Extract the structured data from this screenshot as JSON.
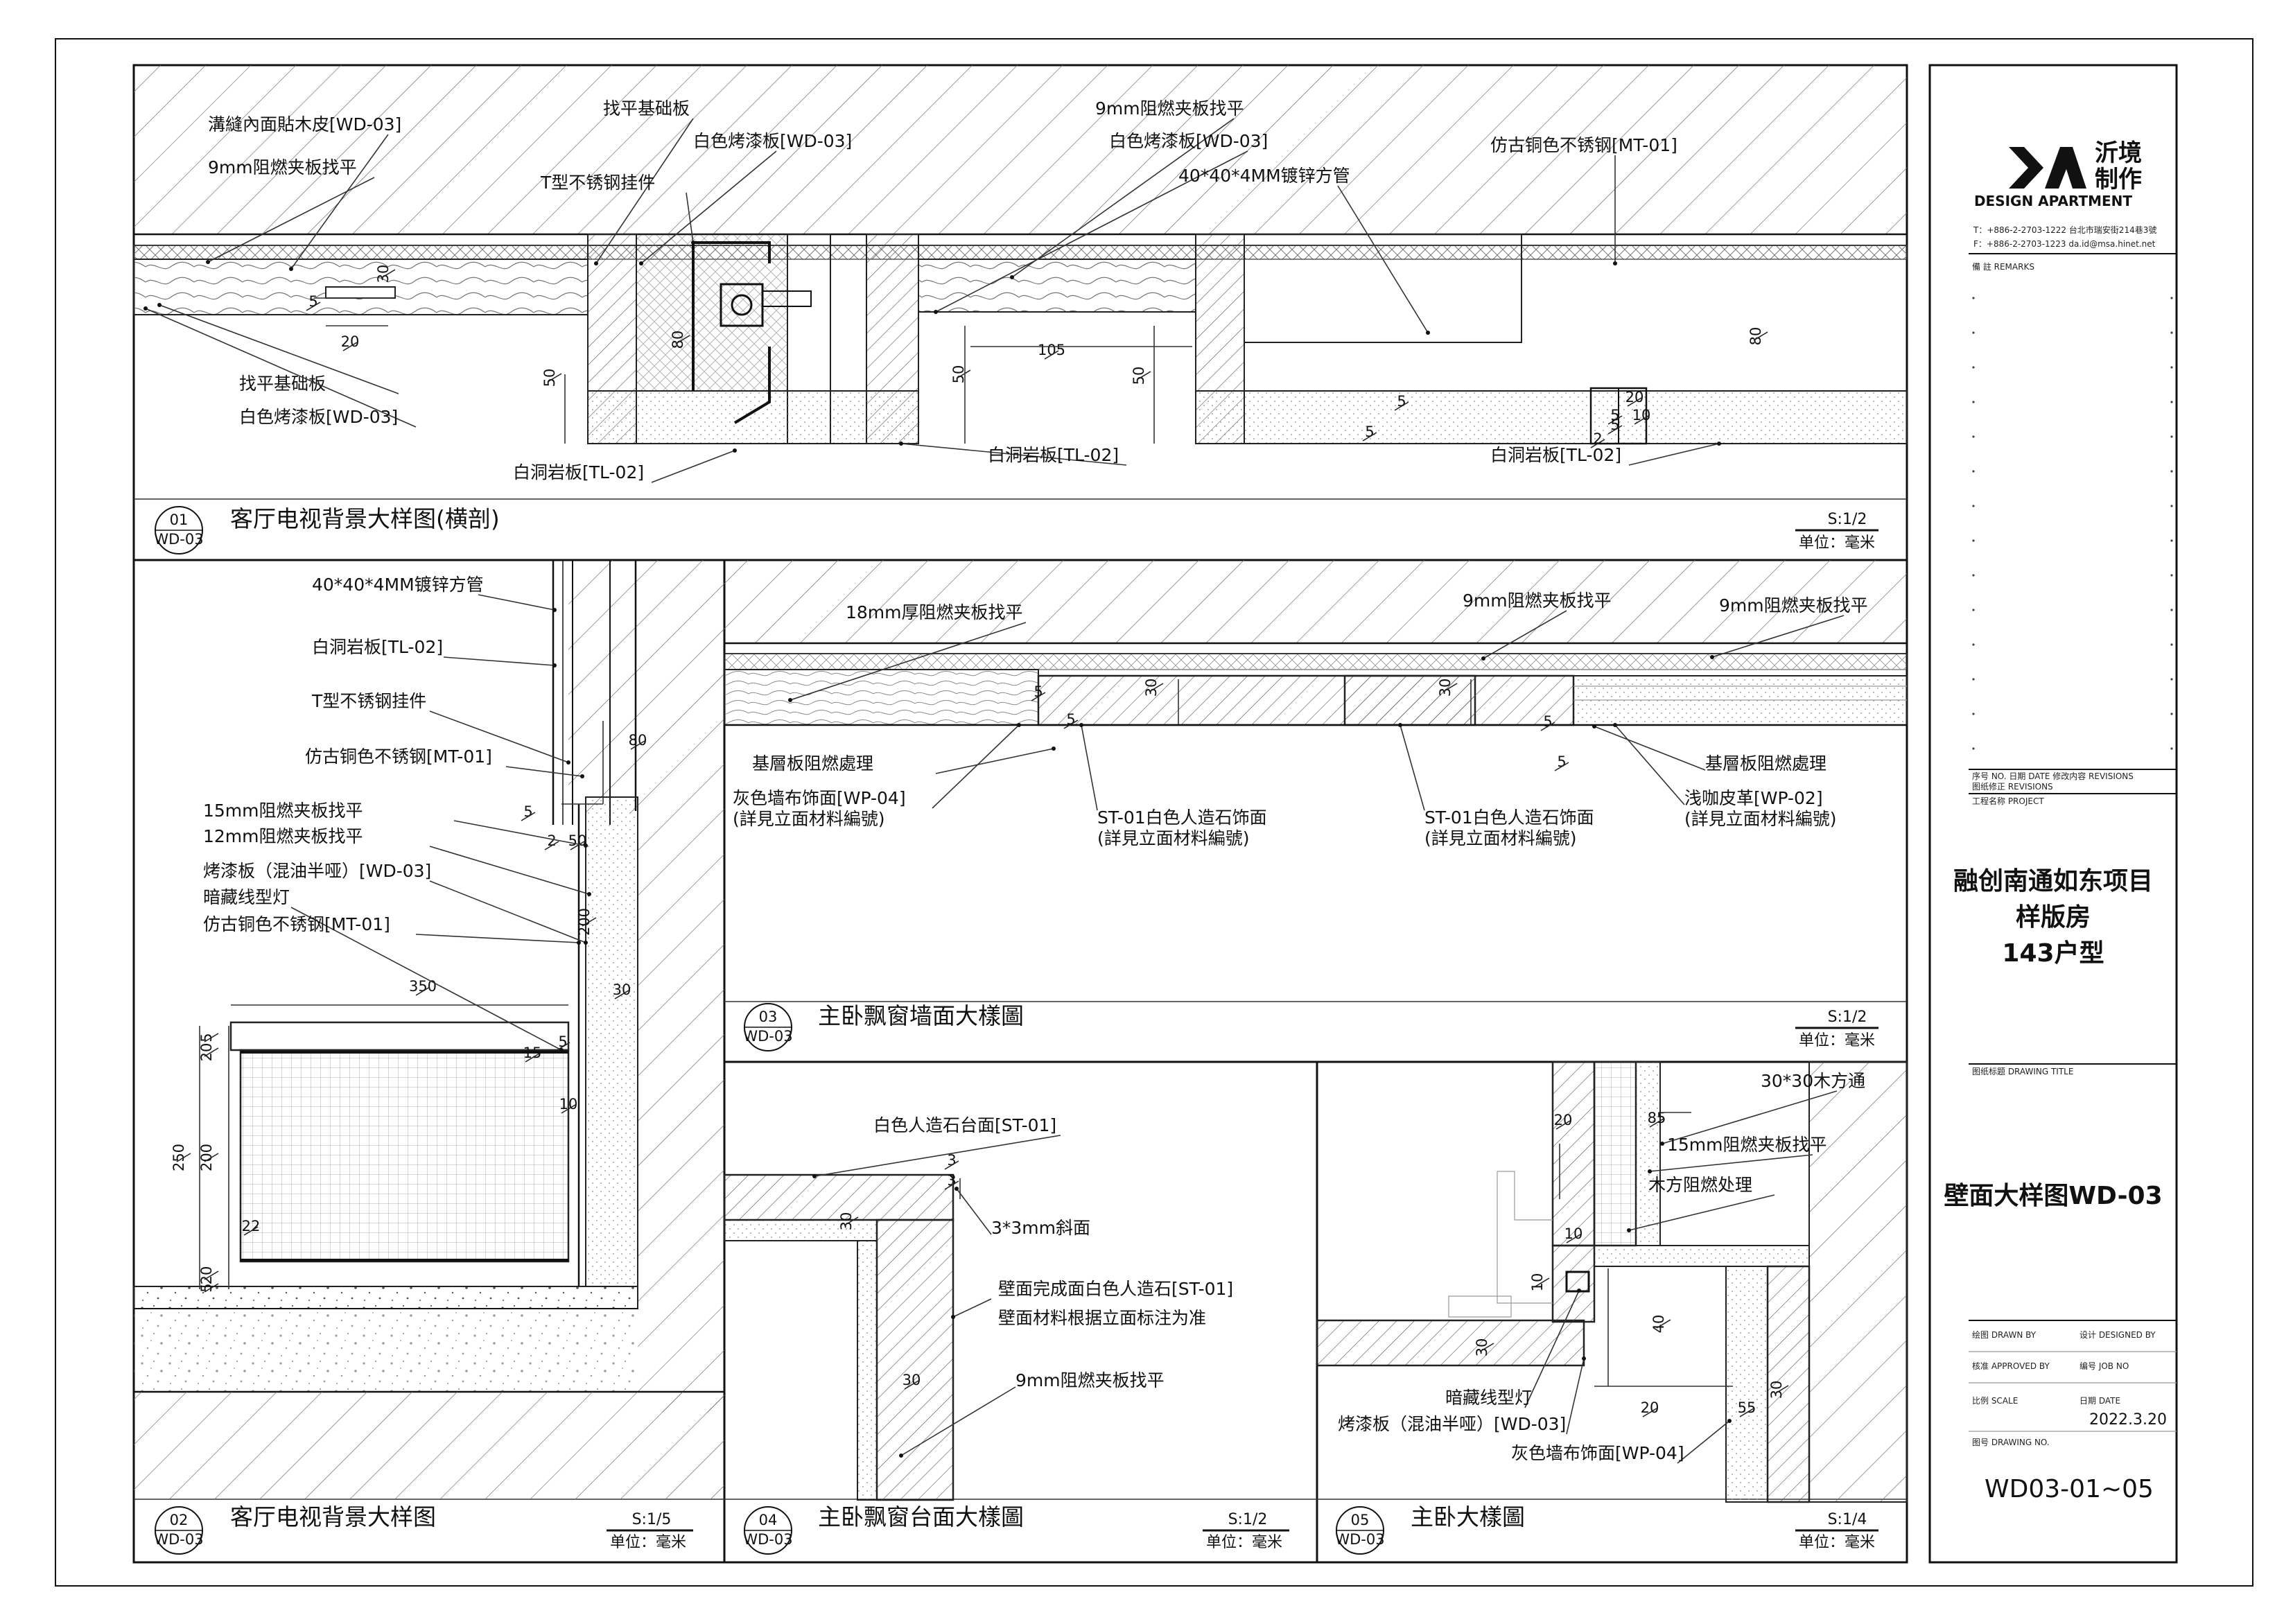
{
  "colors": {
    "ink": "#111111",
    "hatch": "#555555",
    "paper": "#ffffff"
  },
  "views": [
    {
      "number": "01",
      "sheet": "WD-03",
      "title": "客厅电视背景大样图(横剖)",
      "scale": "S:1/2",
      "unit": "单位：毫米",
      "labels": [
        "溝縫內面貼木皮[WD-03]",
        "9mm阻燃夹板找平",
        "找平基础板",
        "白色烤漆板[WD-03]",
        "T型不锈钢挂件",
        "9mm阻燃夹板找平",
        "白色烤漆板[WD-03]",
        "40*40*4MM镀锌方管",
        "仿古铜色不锈钢[MT-01]",
        "找平基础板",
        "白色烤漆板[WD-03]",
        "白洞岩板[TL-02]",
        "白洞岩板[TL-02]",
        "白洞岩板[TL-02]"
      ],
      "dims": [
        "30",
        "5",
        "20",
        "50",
        "80",
        "50",
        "105",
        "50",
        "80",
        "5",
        "5",
        "20",
        "5",
        "10",
        "5",
        "2"
      ]
    },
    {
      "number": "02",
      "sheet": "WD-03",
      "title": "客厅电视背景大样图",
      "scale": "S:1/5",
      "unit": "单位：毫米",
      "labels": [
        "40*40*4MM镀锌方管",
        "白洞岩板[TL-02]",
        "T型不锈钢挂件",
        "仿古铜色不锈钢[MT-01]",
        "15mm阻燃夹板找平",
        "12mm阻燃夹板找平",
        "烤漆板（混油半哑）[WD-03]",
        "暗藏线型灯",
        "仿古铜色不锈钢[MT-01]"
      ],
      "dims": [
        "80",
        "5",
        "2",
        "50",
        "200",
        "30",
        "350",
        "5",
        "20",
        "15",
        "5",
        "10",
        "250",
        "200",
        "22",
        "20",
        "5"
      ]
    },
    {
      "number": "03",
      "sheet": "WD-03",
      "title": "主卧飘窗墙面大樣圖",
      "scale": "S:1/2",
      "unit": "单位：毫米",
      "labels": [
        "18mm厚阻燃夹板找平",
        "9mm阻燃夹板找平",
        "9mm阻燃夹板找平",
        "基層板阻燃處理",
        "灰色墙布饰面[WP-04]",
        "(詳見立面材料編號)",
        "ST-01白色人造石饰面",
        "(詳見立面材料編號)",
        "ST-01白色人造石饰面",
        "(詳見立面材料編號)",
        "基層板阻燃處理",
        "浅咖皮革[WP-02]",
        "(詳見立面材料編號)"
      ],
      "dims": [
        "5",
        "30",
        "5",
        "30",
        "5",
        "5"
      ]
    },
    {
      "number": "04",
      "sheet": "WD-03",
      "title": "主卧飘窗台面大樣圖",
      "scale": "S:1/2",
      "unit": "单位：毫米",
      "labels": [
        "白色人造石台面[ST-01]",
        "3*3mm斜面",
        "壁面完成面白色人造石[ST-01]",
        "壁面材料根据立面标注为准",
        "9mm阻燃夹板找平"
      ],
      "dims": [
        "3",
        "3",
        "30",
        "30"
      ]
    },
    {
      "number": "05",
      "sheet": "WD-03",
      "title": "主卧大樣圖",
      "scale": "S:1/4",
      "unit": "单位：毫米",
      "labels": [
        "30*30木方通",
        "15mm阻燃夹板找平",
        "木方阻燃处理",
        "暗藏线型灯",
        "烤漆板（混油半哑）[WD-03]",
        "灰色墙布饰面[WP-04]"
      ],
      "dims": [
        "85",
        "20",
        "10",
        "10",
        "40",
        "30",
        "20",
        "55",
        "30"
      ]
    }
  ],
  "title_block": {
    "logo_mark": "DA",
    "logo_cn": "沂境\n制作",
    "logo_en": "DESIGN APARTMENT",
    "contact1": "T：+886-2-2703-1222  台北市瑞安街214巷3號",
    "contact2": "F：+886-2-2703-1223  da.id@msa.hinet.net",
    "remarks_label": "備  註  REMARKS",
    "rev_header": "序号 NO.  日期 DATE   修改内容 REVISIONS",
    "rev_label": "图纸修正 REVISIONS",
    "project_label": "工程名称 PROJECT",
    "project_lines": [
      "融创南通如东项目",
      "样版房",
      "143户型"
    ],
    "drawing_title_label": "图纸标题 DRAWING TITLE",
    "drawing_title": "壁面大样图WD-03",
    "drawn_by": "绘图 DRAWN BY",
    "designed_by": "设计 DESIGNED BY",
    "approved_by": "核准 APPROVED BY",
    "job_no": "编号 JOB NO",
    "scale_label": "比例 SCALE",
    "date_label": "日期 DATE",
    "date": "2022.3.20",
    "drawing_no_label": "图号 DRAWING NO.",
    "drawing_no": "WD03-01~05"
  }
}
